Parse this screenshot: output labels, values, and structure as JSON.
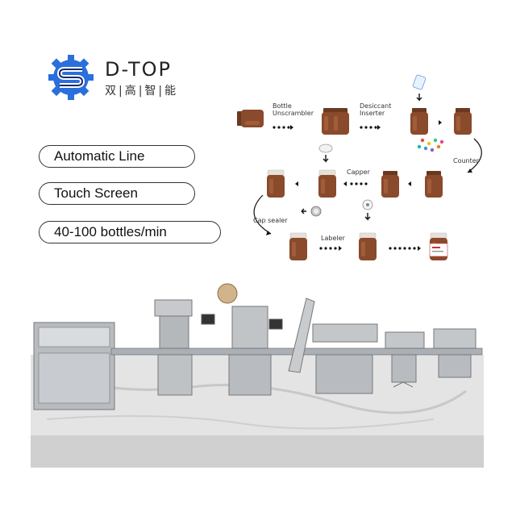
{
  "brand": {
    "name": "D-TOP",
    "name_cn": "双|高|智|能"
  },
  "features": [
    "Automatic Line",
    "Touch Screen",
    "40-100 bottles/min"
  ],
  "flow": {
    "steps": {
      "unscrambler": "Bottle\nUnscrambler",
      "desiccant": "Desiccant\nInserter",
      "counter": "Counter",
      "capper": "Capper",
      "cap_sealer": "Cap sealer",
      "labeler": "Labeler"
    }
  },
  "colors": {
    "bottle": "#8a4a2c",
    "cap": "#e6e0d8",
    "logo_blue": "#2a6fdb",
    "logo_dark": "#1a2a6c"
  }
}
